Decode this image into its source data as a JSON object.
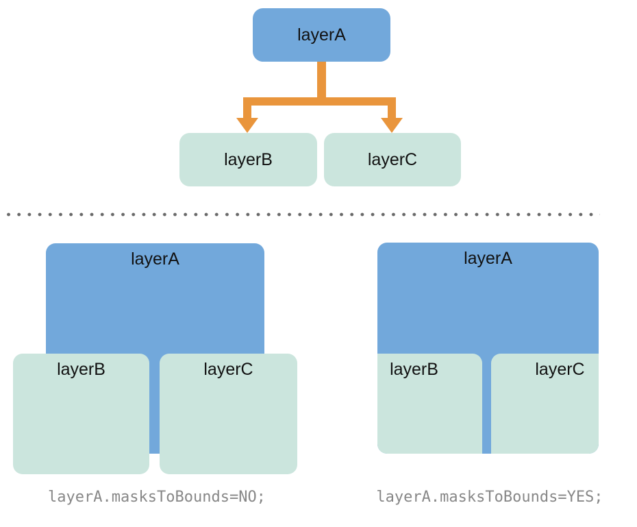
{
  "figure": {
    "tree": {
      "parent": {
        "label": "layerA"
      },
      "children": [
        {
          "label": "layerB"
        },
        {
          "label": "layerC"
        }
      ]
    },
    "examples": {
      "no": {
        "parent_label": "layerA",
        "child_b_label": "layerB",
        "child_c_label": "layerC",
        "caption": "layerA.masksToBounds=NO;"
      },
      "yes": {
        "parent_label": "layerA",
        "child_b_label": "layerB",
        "child_c_label": "layerC",
        "caption": "layerA.masksToBounds=YES;"
      }
    }
  },
  "colors": {
    "layer_parent_fill": "#72A8DB",
    "layer_child_fill": "#CBE5DD",
    "arrow_fill": "#E9953C",
    "label_color": "#111111",
    "caption_color": "#878787",
    "divider_dot_color": "#696969"
  }
}
